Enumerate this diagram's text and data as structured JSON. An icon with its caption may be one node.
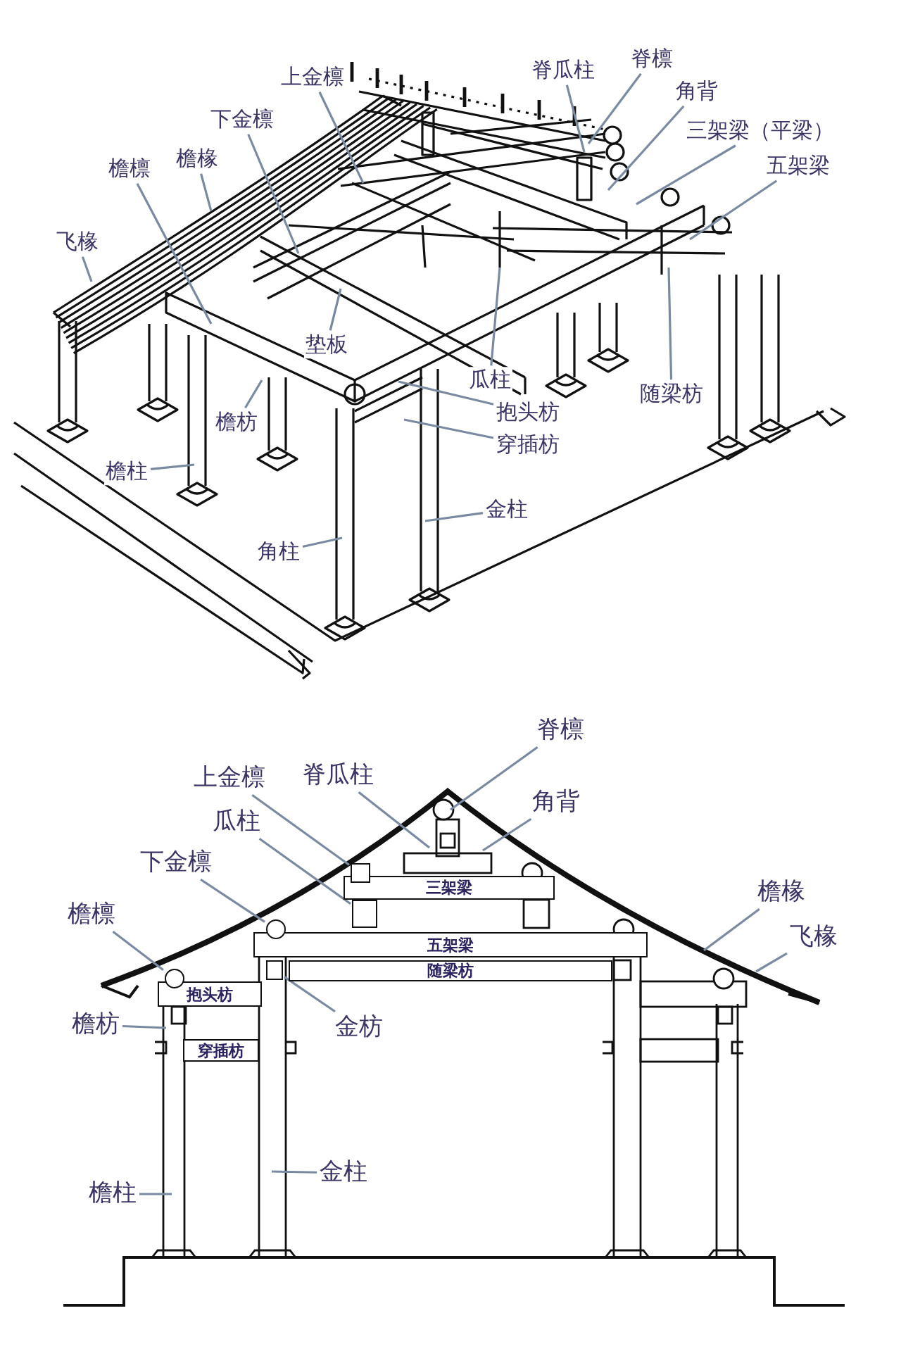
{
  "diagram": {
    "nodes": [
      {
        "text": [
          "上金檩"
        ]
      },
      {
        "text": [
          "脊瓜柱"
        ]
      },
      {
        "text": [
          "脊檩"
        ]
      },
      {
        "text": [
          "角背"
        ]
      },
      {
        "text": [
          "三架梁（平梁）"
        ]
      },
      {
        "text": [
          "五架梁"
        ]
      },
      {
        "text": [
          "下金檩"
        ]
      },
      {
        "text": [
          "檐檩"
        ]
      },
      {
        "text": [
          "檐椽"
        ]
      },
      {
        "text": [
          "飞椽"
        ]
      },
      {
        "text": [
          "垫板"
        ]
      },
      {
        "text": [
          "瓜柱"
        ]
      },
      {
        "text": [
          "随梁枋"
        ]
      },
      {
        "text": [
          "抱头枋"
        ]
      },
      {
        "text": [
          "檐枋"
        ]
      },
      {
        "text": [
          "穿插枋"
        ]
      },
      {
        "text": [
          "檐柱"
        ]
      },
      {
        "text": [
          "金柱"
        ]
      },
      {
        "text": [
          "角柱"
        ]
      },
      {
        "text": [
          "脊檩"
        ]
      },
      {
        "text": [
          "上金檩"
        ]
      },
      {
        "text": [
          "脊瓜柱"
        ]
      },
      {
        "text": [
          "角背"
        ]
      },
      {
        "text": [
          "瓜柱"
        ]
      },
      {
        "text": [
          "下金檩"
        ]
      },
      {
        "text": [
          "檐檩"
        ]
      },
      {
        "text": [
          "檐椽"
        ]
      },
      {
        "text": [
          "飞椽"
        ]
      },
      {
        "text": [
          "檐枋"
        ]
      },
      {
        "text": [
          "金枋"
        ]
      },
      {
        "text": [
          "金柱"
        ]
      },
      {
        "text": [
          "檐柱"
        ]
      },
      {
        "text": [
          "三架梁"
        ]
      },
      {
        "text": [
          "五架梁"
        ]
      },
      {
        "text": [
          "随梁枋"
        ]
      },
      {
        "text": [
          "抱头枋"
        ]
      },
      {
        "text": [
          "穿插枋"
        ]
      },
      {
        "text": [],
        "shape": "circle"
      },
      {
        "text": [],
        "shape": "circle"
      },
      {
        "text": [],
        "shape": "box"
      },
      {
        "text": [],
        "shape": "box"
      },
      {
        "text": [],
        "shape": "box"
      }
    ],
    "edges": [
      {
        "from": 0,
        "to": null,
        "arrow": "none"
      },
      {
        "from": 1,
        "to": null,
        "arrow": "none"
      },
      {
        "from": 2,
        "to": null,
        "arrow": "none"
      },
      {
        "from": 3,
        "to": null,
        "arrow": "none"
      },
      {
        "from": 4,
        "to": null,
        "arrow": "none"
      },
      {
        "from": 5,
        "to": null,
        "arrow": "none"
      },
      {
        "from": 6,
        "to": null,
        "arrow": "none"
      },
      {
        "from": 7,
        "to": null,
        "arrow": "none"
      },
      {
        "from": 8,
        "to": null,
        "arrow": "none"
      },
      {
        "from": 9,
        "to": null,
        "arrow": "none"
      },
      {
        "from": 10,
        "to": null,
        "arrow": "none"
      },
      {
        "from": 11,
        "to": null,
        "arrow": "none"
      },
      {
        "from": 12,
        "to": null,
        "arrow": "none"
      },
      {
        "from": 13,
        "to": null,
        "arrow": "none"
      },
      {
        "from": 14,
        "to": null,
        "arrow": "none"
      },
      {
        "from": 15,
        "to": null,
        "arrow": "none"
      },
      {
        "from": 16,
        "to": null,
        "arrow": "none"
      },
      {
        "from": 17,
        "to": null,
        "arrow": "none"
      },
      {
        "from": 18,
        "to": null,
        "arrow": "none"
      },
      {
        "from": 19,
        "to": null,
        "arrow": "none"
      },
      {
        "from": 20,
        "to": 39,
        "arrow": "none"
      },
      {
        "from": 21,
        "to": null,
        "arrow": "none"
      },
      {
        "from": 22,
        "to": null,
        "arrow": "none"
      },
      {
        "from": 23,
        "to": 40,
        "arrow": "none"
      },
      {
        "from": 24,
        "to": 38,
        "arrow": "none"
      },
      {
        "from": 25,
        "to": 37,
        "arrow": "none"
      },
      {
        "from": 26,
        "to": null,
        "arrow": "none"
      },
      {
        "from": 27,
        "to": null,
        "arrow": "none"
      },
      {
        "from": 28,
        "to": null,
        "arrow": "none"
      },
      {
        "from": 29,
        "to": 41,
        "arrow": "none"
      },
      {
        "from": 30,
        "to": null,
        "arrow": "none"
      },
      {
        "from": 31,
        "to": null,
        "arrow": "none"
      }
    ]
  }
}
